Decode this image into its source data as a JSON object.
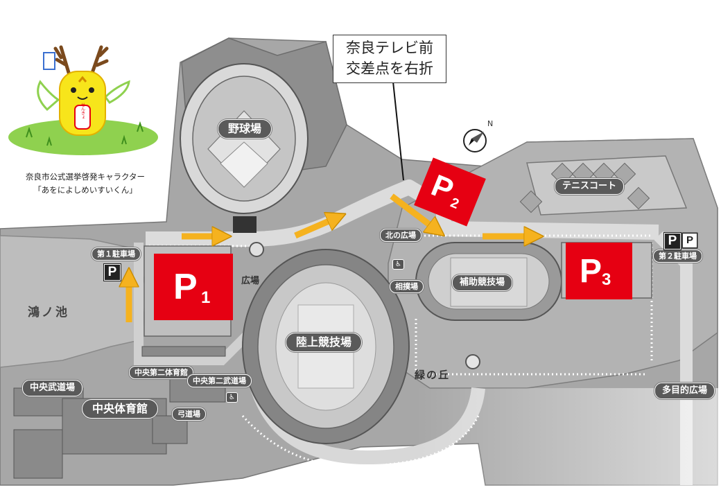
{
  "callout": {
    "line1": "奈良テレビ前",
    "line2": "交差点を右折"
  },
  "mascot": {
    "caption_line1": "奈良市公式選挙啓発キャラクター",
    "caption_line2": "「あをによしめいすいくん」",
    "sash_text": "せんきょ"
  },
  "parking": {
    "p1": {
      "letter": "P",
      "sub": "1"
    },
    "p2": {
      "letter": "P",
      "sub": "2"
    },
    "p3": {
      "letter": "P",
      "sub": "3"
    }
  },
  "facilities": {
    "baseball": "野球場",
    "tennis": "テニスコート",
    "north_plaza": "北の広場",
    "sumo": "相撲場",
    "sub_track": "補助競技場",
    "athletics": "陸上競技場",
    "plaza": "広場",
    "green_hill": "緑の丘",
    "multi_plaza": "多目的広場",
    "budo": "中央武道場",
    "gym": "中央体育館",
    "gym2": "中央第二体育館",
    "budo2": "中央第二武道場",
    "kyudo": "弓道場",
    "lot1": "第１駐車場",
    "lot2": "第２駐車場",
    "lake": "鴻ノ池"
  },
  "icons": {
    "parking_glyph": "P",
    "parking_glyph_small": "P",
    "toilet_glyph": "♿"
  },
  "compass": {
    "north": "N"
  },
  "colors": {
    "parking_red": "#e60012",
    "arrow_orange": "#f5b21f",
    "map_gray": "#9a9a9a",
    "road_gray": "#d4d4d4"
  }
}
